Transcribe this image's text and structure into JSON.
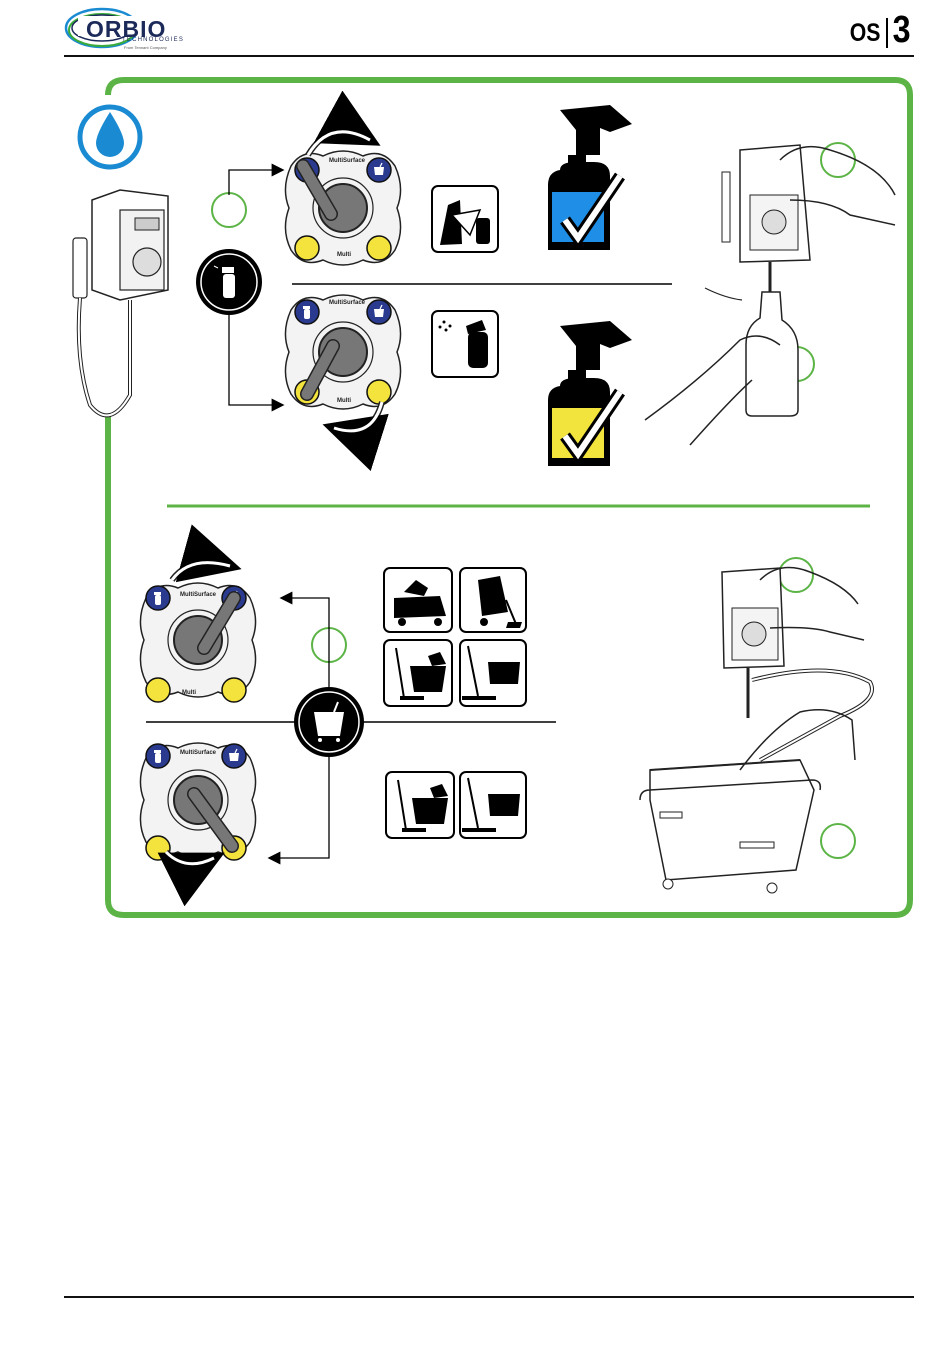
{
  "header": {
    "logo": {
      "wordmark": "ORBIO",
      "tagline": "TECHNOLOGIES",
      "subtag": "From Tennant Company",
      "colors": {
        "navy": "#1c2a5a",
        "blue": "#1a8bd2",
        "green": "#3aab3a"
      }
    },
    "model": {
      "prefix": "OS",
      "number": "3"
    }
  },
  "figure": {
    "frame_color": "#5cb446",
    "selector_labels": {
      "top": "MultiSurface",
      "bottom": "Multi"
    },
    "colors": {
      "selector_blue": "#2a3a8f",
      "selector_yellow": "#f3e33c",
      "bottle_blue": "#1e8ee6",
      "bottle_yellow": "#f2e43c",
      "knob_gray": "#7a7a7a",
      "drop_blue": "#1a8bd2"
    },
    "icons": [
      "water-drop-icon",
      "spray-bottle-icon",
      "mop-bucket-icon",
      "wipe-surface-icon",
      "spray-icon",
      "floor-scrubber-icon",
      "carpet-extractor-icon",
      "mop-trolley-icon",
      "flat-mop-icon",
      "checkmark-icon",
      "rotate-arrow-icon"
    ]
  }
}
